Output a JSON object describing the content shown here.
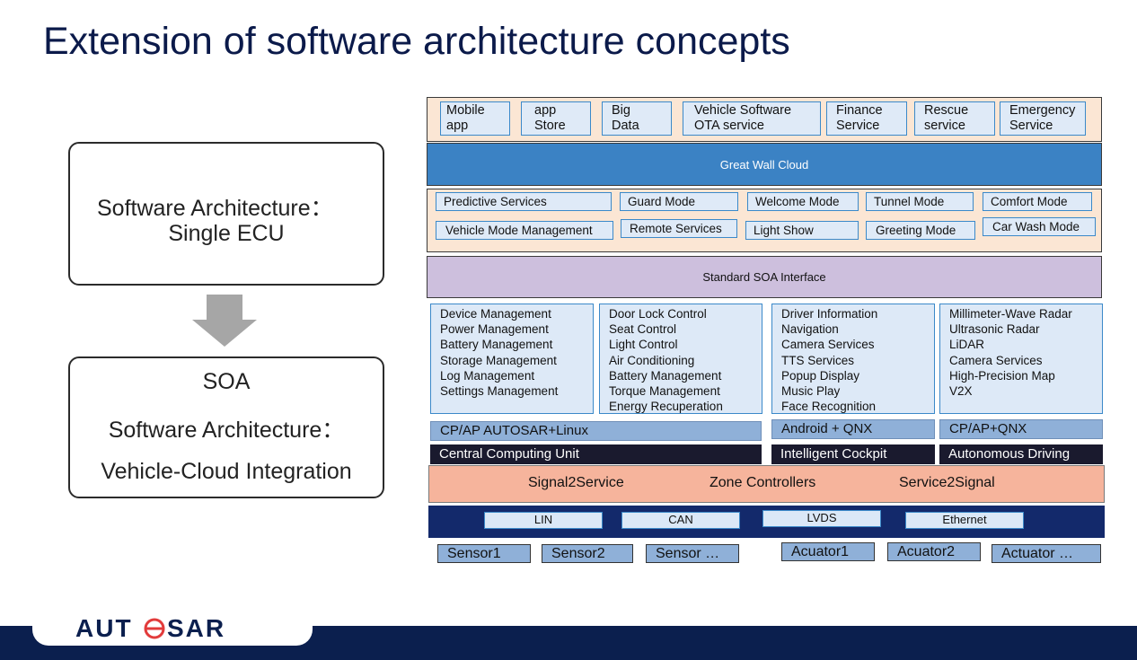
{
  "title": "Extension of software architecture concepts",
  "left": {
    "box1": {
      "line1": "Software Architecture：",
      "line2": "Single ECU"
    },
    "box2": {
      "line1": "SOA",
      "line2": "Software Architecture：",
      "line3": "Vehicle-Cloud Integration"
    }
  },
  "apps": [
    {
      "l1": "Mobile",
      "l2": "app"
    },
    {
      "l1": "app",
      "l2": "Store"
    },
    {
      "l1": "Big",
      "l2": "Data"
    },
    {
      "l1": "Vehicle Software",
      "l2": "OTA service"
    },
    {
      "l1": "Finance",
      "l2": "Service"
    },
    {
      "l1": "Rescue",
      "l2": "service"
    },
    {
      "l1": "Emergency",
      "l2": "Service"
    }
  ],
  "cloud": "Great Wall Cloud",
  "services": {
    "row1": [
      "Predictive Services",
      "Guard Mode",
      "Welcome Mode",
      "Tunnel Mode",
      "Comfort Mode"
    ],
    "row2": [
      "Vehicle Mode Management",
      "Remote Services",
      "Light Show",
      "Greeting  Mode",
      "Car Wash Mode"
    ]
  },
  "soa_interface": "Standard SOA Interface",
  "functions": [
    "Device Management\nPower Management\nBattery Management\nStorage Management\nLog Management\nSettings Management",
    "Door Lock Control\nSeat Control\nLight Control\nAir Conditioning\nBattery Management\nTorque Management\nEnergy Recuperation",
    "Driver Information\nNavigation\nCamera Services\nTTS Services\nPopup Display\nMusic Play\nFace Recognition",
    "Millimeter-Wave Radar\nUltrasonic Radar\nLiDAR\nCamera Services\nHigh-Precision Map\nV2X"
  ],
  "os": [
    "CP/AP AUTOSAR+Linux",
    "Android + QNX",
    "CP/AP+QNX"
  ],
  "units": [
    "Central Computing Unit",
    "Intelligent Cockpit",
    "Autonomous Driving"
  ],
  "zone": {
    "left": "Signal2Service",
    "center": "Zone Controllers",
    "right": "Service2Signal"
  },
  "buses": [
    "LIN",
    "CAN",
    "LVDS",
    "Ethernet"
  ],
  "sensors": [
    "Sensor1",
    "Sensor2",
    "Sensor …",
    "Acuator1",
    "Acuator2",
    "Actuator …"
  ],
  "logo": "AUTOSAR",
  "colors": {
    "title": "#0b1a4a",
    "footer": "#0b1f4e",
    "cloud": "#3b82c4",
    "soa": "#cdbfdd",
    "zone": "#f6b49c",
    "bus": "#13296b"
  }
}
